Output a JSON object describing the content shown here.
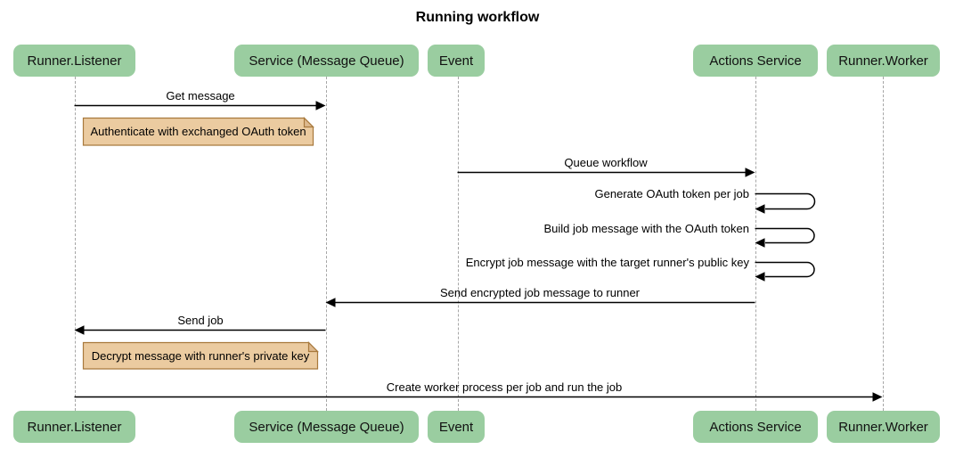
{
  "title": "Running workflow",
  "colors": {
    "background": "#FFFFFF",
    "actor_fill": "#9ACDA0",
    "note_fill": "#EBCBA0",
    "note_border": "#A8793C",
    "lifeline": "#A6A6A6",
    "arrow": "#000000",
    "text": "#000000"
  },
  "diagram_type": "sequence-diagram",
  "actors": [
    {
      "label": "Runner.Listener"
    },
    {
      "label": "Service (Message Queue)"
    },
    {
      "label": "Event"
    },
    {
      "label": "Actions Service"
    },
    {
      "label": "Runner.Worker"
    }
  ],
  "messages": [
    {
      "label": "Get message",
      "from": "Runner.Listener",
      "to": "Service (Message Queue)",
      "type": "solid-arrow"
    },
    {
      "label": "Queue workflow",
      "from": "Event",
      "to": "Actions Service",
      "type": "solid-arrow"
    },
    {
      "label": "Generate OAuth token per job",
      "from": "Actions Service",
      "to": "Actions Service",
      "type": "self-arrow"
    },
    {
      "label": "Build job message with the OAuth token",
      "from": "Actions Service",
      "to": "Actions Service",
      "type": "self-arrow"
    },
    {
      "label": "Encrypt job message with the target runner's public key",
      "from": "Actions Service",
      "to": "Actions Service",
      "type": "self-arrow"
    },
    {
      "label": "Send encrypted job message to runner",
      "from": "Actions Service",
      "to": "Service (Message Queue)",
      "type": "solid-arrow"
    },
    {
      "label": "Send job",
      "from": "Service (Message Queue)",
      "to": "Runner.Listener",
      "type": "solid-arrow"
    },
    {
      "label": "Create worker process per job and run the job",
      "from": "Runner.Listener",
      "to": "Runner.Worker",
      "type": "solid-arrow"
    }
  ],
  "notes": [
    {
      "text": "Authenticate with exchanged OAuth token",
      "position": "right of Runner.Listener"
    },
    {
      "text": "Decrypt message with runner's private key",
      "position": "right of Runner.Listener"
    }
  ]
}
